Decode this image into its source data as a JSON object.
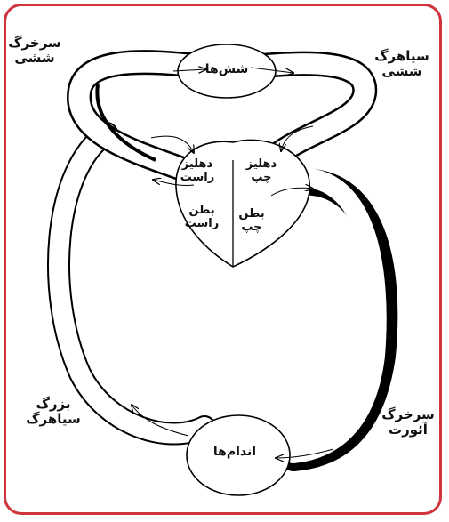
{
  "labels": {
    "pulmonary_artery": [
      "سرخرگ",
      "ششی"
    ],
    "pulmonary_vein": [
      "سیاهرگ",
      "ششی"
    ],
    "lungs": "شش‌ها",
    "right_atrium": [
      "دهلیز",
      "راست"
    ],
    "left_atrium": [
      "دهلیز",
      "چپ"
    ],
    "right_ventricle": [
      "بطن",
      "راست"
    ],
    "left_ventricle": [
      "بطن",
      "چپ"
    ],
    "vena_cava": [
      "بزرگ",
      "سیاهرگ"
    ],
    "aorta": [
      "سرخرگ",
      "آئورت"
    ],
    "organs": "اندام‌ها"
  },
  "colors": {
    "frame": "#d0343c",
    "stroke": "#000000",
    "fill": "#ffffff"
  }
}
